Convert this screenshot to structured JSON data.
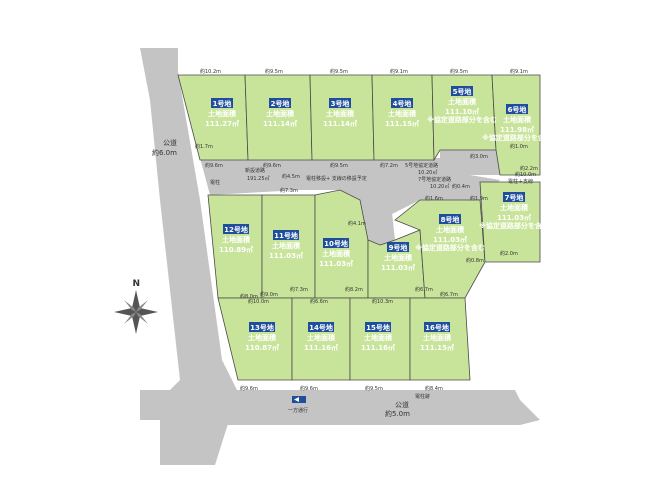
{
  "lots": [
    {
      "label": "1号地",
      "area_label": "土地面積",
      "area": "111.27㎡",
      "note": ""
    },
    {
      "label": "2号地",
      "area_label": "土地面積",
      "area": "111.14㎡",
      "note": ""
    },
    {
      "label": "3号地",
      "area_label": "土地面積",
      "area": "111.14㎡",
      "note": ""
    },
    {
      "label": "4号地",
      "area_label": "土地面積",
      "area": "111.15㎡",
      "note": ""
    },
    {
      "label": "5号地",
      "area_label": "土地面積",
      "area": "111.10㎡",
      "note": "※協定道路部分を含む"
    },
    {
      "label": "6号地",
      "area_label": "土地面積",
      "area": "111.98㎡",
      "note": "※協定道路部分を含む"
    },
    {
      "label": "7号地",
      "area_label": "土地面積",
      "area": "111.03㎡",
      "note": "※協定道路部分を含む"
    },
    {
      "label": "8号地",
      "area_label": "土地面積",
      "area": "111.03㎡",
      "note": "※協定道路部分を含む"
    },
    {
      "label": "9号地",
      "area_label": "土地面積",
      "area": "111.03㎡",
      "note": ""
    },
    {
      "label": "10号地",
      "area_label": "土地面積",
      "area": "111.03㎡",
      "note": ""
    },
    {
      "label": "11号地",
      "area_label": "土地面積",
      "area": "111.03㎡",
      "note": ""
    },
    {
      "label": "12号地",
      "area_label": "土地面積",
      "area": "110.89㎡",
      "note": ""
    },
    {
      "label": "13号地",
      "area_label": "土地面積",
      "area": "110.87㎡",
      "note": ""
    },
    {
      "label": "14号地",
      "area_label": "土地面積",
      "area": "111.16㎡",
      "note": ""
    },
    {
      "label": "15号地",
      "area_label": "土地面積",
      "area": "111.16㎡",
      "note": ""
    },
    {
      "label": "16号地",
      "area_label": "土地面積",
      "area": "111.15㎡",
      "note": ""
    }
  ],
  "roads": {
    "west_label": "公道",
    "west_width": "約6.0m",
    "south_label": "公道",
    "south_width": "約5.0m",
    "new_road_label": "新設道路",
    "new_road_area": "191.25㎡",
    "new_road_width": "約4.5m",
    "one_way": "一方通行"
  },
  "compass": {
    "north": "N"
  },
  "dimensions": {
    "top": [
      "約10.2m",
      "約9.5m",
      "約9.5m",
      "約9.1m",
      "約9.5m",
      "約9.1m"
    ],
    "row1_bottom": [
      "約9.6m",
      "約9.6m",
      "約9.5m",
      "約7.2m"
    ],
    "mid": [
      "約7.3m",
      "約8.0m",
      "約9.0m",
      "約10.0m",
      "約7.3m",
      "約6.6m",
      "約8.2m",
      "約10.3m",
      "約6.7m",
      "約6.7m"
    ],
    "south": [
      "約9.6m",
      "約9.6m",
      "約9.5m",
      "約8.4m"
    ],
    "small": [
      "約3.0m",
      "約1.0m",
      "約2.2m",
      "約1.6m",
      "約0.4m",
      "約1.9m",
      "約0.8m",
      "約2.0m",
      "約10.0m",
      "約1.7m"
    ]
  },
  "annotations": {
    "sewer1": "5号地協定道路",
    "sewer1_area": "10.20㎡",
    "sewer2": "7号地協定道路",
    "sewer2_area": "10.20㎡",
    "pole": "電柱",
    "pole2": "電柱＋支線",
    "hydrant": "電柱跡",
    "utility": "電柱移設+\n支線の移設予定",
    "center_dim": "約4.1m"
  }
}
